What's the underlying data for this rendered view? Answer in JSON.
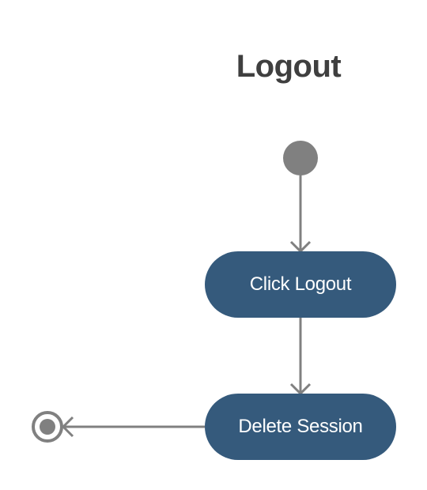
{
  "diagram": {
    "title": "Logout",
    "nodes": [
      {
        "id": "click-logout",
        "label": "Click Logout"
      },
      {
        "id": "delete-session",
        "label": "Delete Session"
      }
    ],
    "edges": [
      {
        "from": "start",
        "to": "click-logout"
      },
      {
        "from": "click-logout",
        "to": "delete-session"
      },
      {
        "from": "delete-session",
        "to": "end"
      }
    ]
  },
  "colors": {
    "node_fill": "#355a7c",
    "node_text": "#ffffff",
    "connector": "#808080",
    "title_text": "#3f3f3f"
  }
}
